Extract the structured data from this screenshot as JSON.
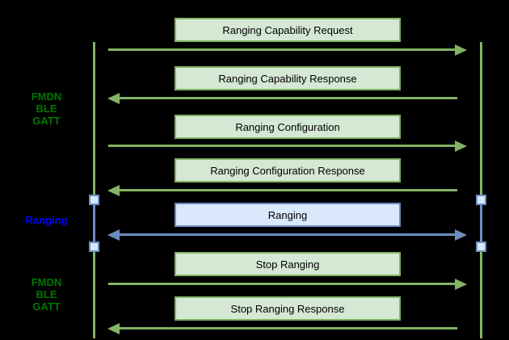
{
  "side_labels": [
    {
      "text": "FMDN\nBLE\nGATT",
      "color": "#007700"
    },
    {
      "text": "Ranging",
      "color": "#0000ff"
    },
    {
      "text": "FMDN\nBLE\nGATT",
      "color": "#007700"
    }
  ],
  "messages": [
    {
      "label": "Ranging Capability Request",
      "direction": "right",
      "style": "green"
    },
    {
      "label": "Ranging Capability Response",
      "direction": "left",
      "style": "green"
    },
    {
      "label": "Ranging Configuration",
      "direction": "right",
      "style": "green"
    },
    {
      "label": "Ranging Configuration Response",
      "direction": "left",
      "style": "green"
    },
    {
      "label": "Ranging",
      "direction": "both",
      "style": "blue"
    },
    {
      "label": "Stop Ranging",
      "direction": "right",
      "style": "green"
    },
    {
      "label": "Stop Ranging Response",
      "direction": "left",
      "style": "green"
    }
  ],
  "colors": {
    "background": "#000000",
    "box_green_fill": "#d5e8d4",
    "box_green_stroke": "#82b366",
    "box_blue_fill": "#dae8fc",
    "box_blue_stroke": "#6c8ebf",
    "arrow_green": "#82b366",
    "arrow_blue": "#6c8ebf",
    "label_green": "#007700",
    "label_blue": "#0000ff",
    "message_text": "#000000"
  }
}
